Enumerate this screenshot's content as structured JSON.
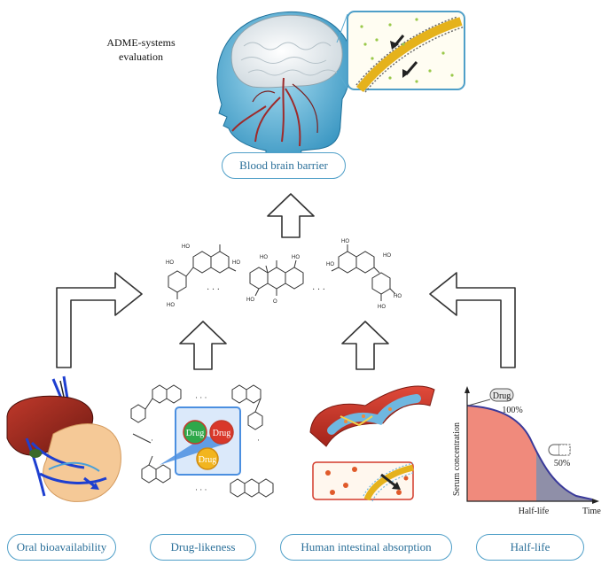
{
  "header": {
    "line1": "ADME-systems",
    "line2": "evaluation"
  },
  "top_label": "Blood brain barrier",
  "bottom_labels": [
    "Oral bioavailability",
    "Drug-likeness",
    "Human intestinal absorption",
    "Half-life"
  ],
  "molecule_atoms": {
    "oh": "HO",
    "o": "O",
    "ellipsis": "· · ·"
  },
  "drug_badges": [
    "Drug",
    "Drug",
    "Drug"
  ],
  "halflife_plot": {
    "pill_label": "Drug",
    "start_pct": "100%",
    "half_pct": "50%",
    "y_label": "Serum concentration",
    "x_mark": "Half-life",
    "x_end": "Time"
  },
  "colors": {
    "pill_border": "#4f9fc8",
    "pill_text": "#2a6f99",
    "curve_fill": "#f08a7c",
    "tail_fill": "#8f8fa8"
  }
}
